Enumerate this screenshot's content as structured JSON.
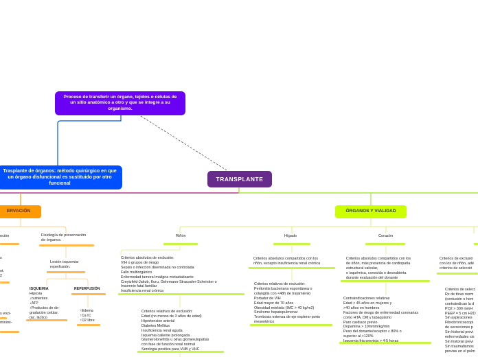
{
  "nodes": {
    "definition": "Proceso de transferir un órgano, tejidos o células de un sitio anatómico a otro y que se integre a su organismo.",
    "main": "TRANSPLANTE",
    "transplant_def": "Trasplante de órganos: método quirúrgico en que un órgano disfuncional es sustituido por otro funcional",
    "preservation": "ERVACIÓN",
    "organs": "ÓRGANOS Y VIALIDAD"
  },
  "preservation": {
    "col1_label": "nción",
    "col2_label": "Fisiología de preservación\nde órganos.",
    "lesion": "Lesión isquemia-\nreperfusión.",
    "isquemia_title": "ISQUEMIA",
    "isquemia_items": "Hipoxia\n↓nutrientes\n↓ATP\n↑Productos de de-\ngradación celular.\n(ác. láctico",
    "reperfusion_title": "REPERFUSIÓN",
    "reperfusion_items": "↑Edema\n↑Ca IC\n↑O2 libre",
    "left_frag1": "s",
    "left_frag2": "ot.\n2",
    "left_frag3": "s enzi-",
    "left_frag4": "minimi-"
  },
  "organs": {
    "rinon_label": "Riñón",
    "higado_label": "Hígado",
    "corazon_label": "Corazón",
    "rinon_abs": "Criterios absolutos de exclusión:\nVIH o grupos de riesgo\nSepsis o infección diseminada no controlada\nFallo multiorgánico\nEnfermedad tumoral maligna metastatizante\nCreytzfeld-Jakob, Kuru, Gehrmann-Straussler-Scheinker o\nInsomnio fatal familiar\nInsuficiencia renal crónica",
    "rinon_rel": "Criterios relativos de exclusión:\nEdad (no menos de 3 años de edad)\nHipertension arterial\nDiabetes Mellitus\nInsuficiencia renal aguda\nIsquemia caliente prolongada\nGlumerolonefritis u otras glomerulopatias\ncon fase de función renal normal\nSerologia positiva para VHB y VHC",
    "higado_abs": "Criterios absolutos compartidos con los\nriñón, excepto insuficiencia renal crónica",
    "higado_rel": "Criterios relativos de exclusión:\nPeritonitis bacteriana espontánea o\ncolangitis con <48h de tratamiento\nPortador de VIH\nEdad mayor de 70 años\nObesidad mórbida (IMC > 40 kg/m2)\nSindrome hepatopulmonar\nTrombosis extensa de eje espleno-porto\nmesentérico",
    "corazon_abs": "Criterios absolutos compartidos con los\nde riñón, más presencia de cardiopatía\nestructural valvular,\no isquémica, conocida o desoubierta\ndurante evaluación del donante",
    "corazon_rel": "Contraindicaciones relativas\nEdad > 45 años en mujeres y\n>40 años en hombres\nFactores de riesgo de enfermedad coronarias\ncomo HTA, DM y tabaquismo\nParo cardiaco previo\nDopamina > 10mmm/kg/min\nPeso del donante/receptor < 80% o\nsuperior al >120%\nIsquemia fria prevista > 4-5 horas",
    "right_frag1": "Criterios de exclusió\ncon los de riñón, adé\ncriterios de selecció",
    "right_frag2": "Criterios de selecc\nRx de tórax norm\n(contusión o hem\ncontraindican la d\nPO2 > 300 mmH\nPEEP = 5 cm H2O\nSin aspiraciones\nFibrobroncoscopi\nde secreciones p\nSin historial previ\nenfermedades sis\nSin historial previ\nSin traumatismos\nprevias en el pulm"
  },
  "colors": {
    "purple_dark": "#672B8C",
    "violet": "#6A00F4",
    "blue": "#0050FF",
    "orange": "#FF9900",
    "lime": "#CCFF00",
    "lime_bar": "#C8F542",
    "orange_bar": "#FFB84D"
  }
}
